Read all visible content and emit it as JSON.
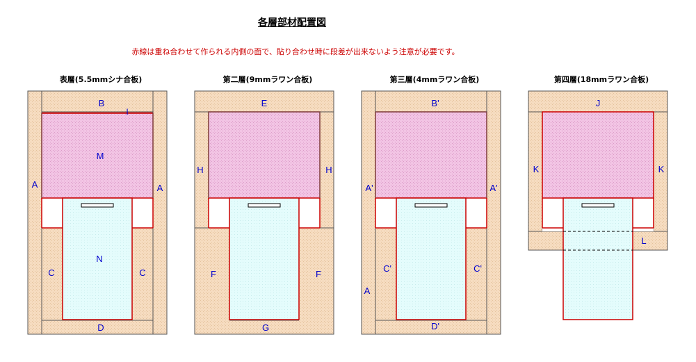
{
  "title": "各層部材配置図",
  "note": "赤線は重ね合わせて作られる内側の面で、貼り合わせ時に段差が出来ないよう注意が必要です。",
  "colors": {
    "wood": "#f6dcc0",
    "pink": "#f2c4e4",
    "cyan": "#e4fcfc",
    "red": "#cc0000",
    "label": "#0000cc"
  },
  "panels": [
    {
      "title": "表層(5.5mmシナ合板)",
      "labels": {
        "top": "B",
        "strip": "I",
        "pink": "M",
        "left_side": "A",
        "right_side": "A",
        "cyan": "N",
        "lower_left": "C",
        "lower_right": "C",
        "bottom": "D"
      }
    },
    {
      "title": "第二層(9mmラワン合板)",
      "labels": {
        "top": "E",
        "left_side": "H",
        "right_side": "H",
        "lower_left": "F",
        "lower_right": "F",
        "bottom": "G"
      }
    },
    {
      "title": "第三層(4mmラワン合板)",
      "labels": {
        "top": "B'",
        "left_side": "A'",
        "left_lower": "A",
        "right_side": "A'",
        "lower_left": "C'",
        "lower_right": "C'",
        "bottom": "D'"
      }
    },
    {
      "title": "第四層(18mmラワン合板)",
      "labels": {
        "top": "J",
        "left_side": "K",
        "right_side": "K",
        "cross_piece": "L"
      }
    }
  ]
}
